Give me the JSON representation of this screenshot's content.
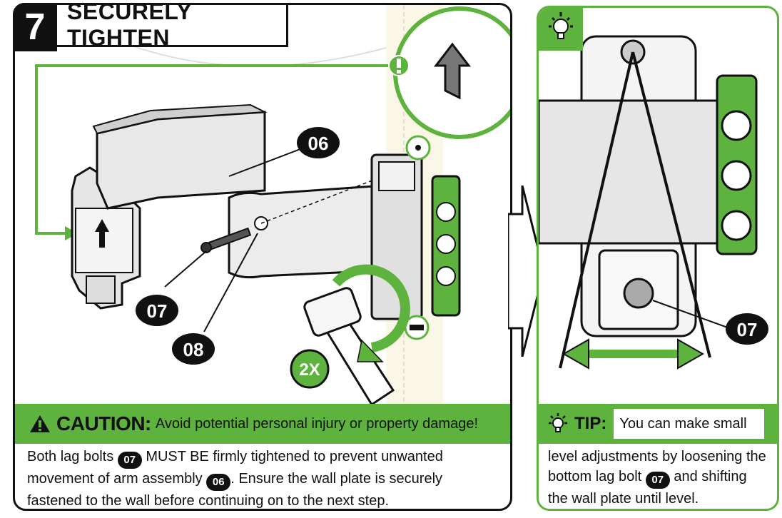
{
  "step": {
    "number": "7",
    "title": "SECURELY TIGHTEN"
  },
  "callouts": {
    "arm_assembly": "06",
    "lag_bolt": "07",
    "washer": "08",
    "repeat_count": "2X",
    "tip_lag_bolt": "07"
  },
  "caution": {
    "label": "CAUTION:",
    "text": "Avoid potential personal injury or property damage!",
    "body_part1": "Both lag bolts",
    "badge1": "07",
    "body_part2": "MUST BE firmly tightened to prevent unwanted movement of arm assembly",
    "badge2": "06",
    "body_part3": ". Ensure the wall plate is securely fastened to the wall before continuing on to the next step."
  },
  "tip": {
    "label": "TIP:",
    "text": "You can make small",
    "body_part1": "level adjustments by loosening the bottom lag bolt",
    "badge": "07",
    "body_part2": "and shifting the wall plate until level."
  },
  "colors": {
    "accent_green": "#5db33d",
    "dark_green": "#2f7d1f",
    "black": "#111111",
    "gray": "#d9d9d9"
  },
  "icons": {
    "caution": "warning-triangle-icon",
    "tip": "lightbulb-icon",
    "notice": "exclamation-icon",
    "rotate": "rotate-arrow-icon",
    "level": "double-arrow-icon"
  }
}
